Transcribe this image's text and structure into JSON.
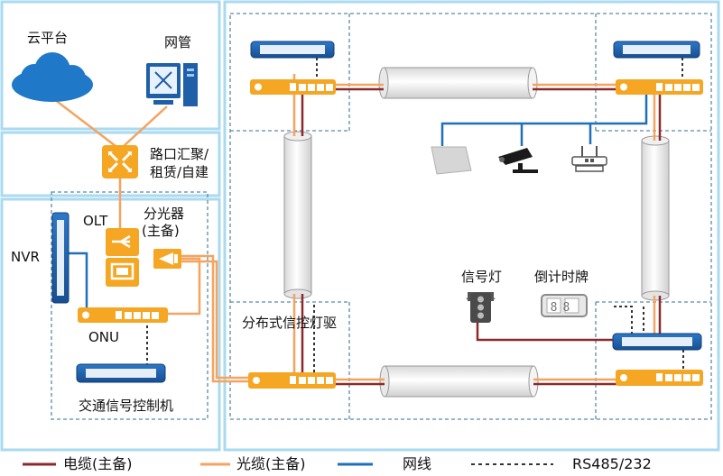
{
  "labels": {
    "cloud": "云平台",
    "nms": "网管",
    "aggregation_line1": "路口汇聚/",
    "aggregation_line2": "租赁/自建",
    "olt": "OLT",
    "splitter_line1": "分光器",
    "splitter_line2": "(主备)",
    "nvr": "NVR",
    "onu": "ONU",
    "controller": "交通信号控制机",
    "signal_light": "信号灯",
    "countdown": "倒计时牌",
    "distributed_driver": "分布式信控灯驱",
    "countdown_digits": "88"
  },
  "legend": {
    "power_cable": "电缆(主备)",
    "fiber_cable": "光缆(主备)",
    "network_cable": "网线",
    "serial_cable": "RS485/232"
  },
  "colors": {
    "power_cable": "#8b2a2a",
    "fiber_cable": "#f4a460",
    "network_cable": "#1f6fba",
    "serial_cable": "#333333",
    "device_orange": "#f5a623",
    "device_blue": "#1f5fa8",
    "frame": "#9fd3ec",
    "dashed": "#5a8aa8",
    "cloud": "#1f78c8"
  }
}
